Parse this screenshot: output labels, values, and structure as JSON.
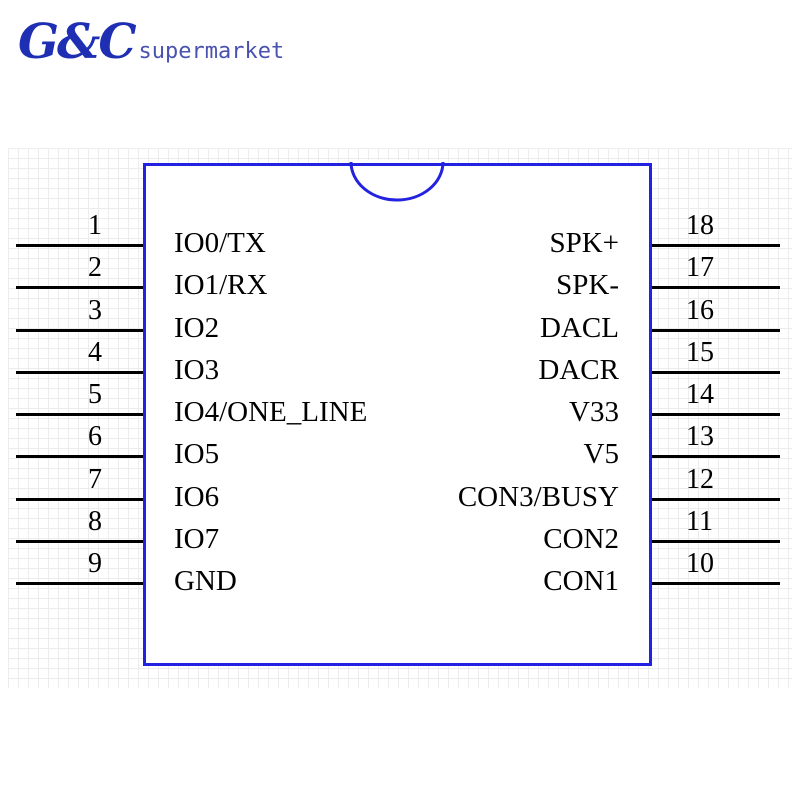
{
  "logo": {
    "brand": "G&C",
    "text": "supermarket"
  },
  "colors": {
    "outline": "#2222e0",
    "brand": "#1e2fb4",
    "pins": "#000000"
  },
  "left_pins": [
    {
      "number": "1",
      "label": "IO0/TX"
    },
    {
      "number": "2",
      "label": "IO1/RX"
    },
    {
      "number": "3",
      "label": "IO2"
    },
    {
      "number": "4",
      "label": "IO3"
    },
    {
      "number": "5",
      "label": "IO4/ONE_LINE"
    },
    {
      "number": "6",
      "label": "IO5"
    },
    {
      "number": "7",
      "label": "IO6"
    },
    {
      "number": "8",
      "label": "IO7"
    },
    {
      "number": "9",
      "label": "GND"
    }
  ],
  "right_pins": [
    {
      "number": "18",
      "label": "SPK+"
    },
    {
      "number": "17",
      "label": "SPK-"
    },
    {
      "number": "16",
      "label": "DACL"
    },
    {
      "number": "15",
      "label": "DACR"
    },
    {
      "number": "14",
      "label": "V33"
    },
    {
      "number": "13",
      "label": "V5"
    },
    {
      "number": "12",
      "label": "CON3/BUSY"
    },
    {
      "number": "11",
      "label": "CON2"
    },
    {
      "number": "10",
      "label": "CON1"
    }
  ]
}
